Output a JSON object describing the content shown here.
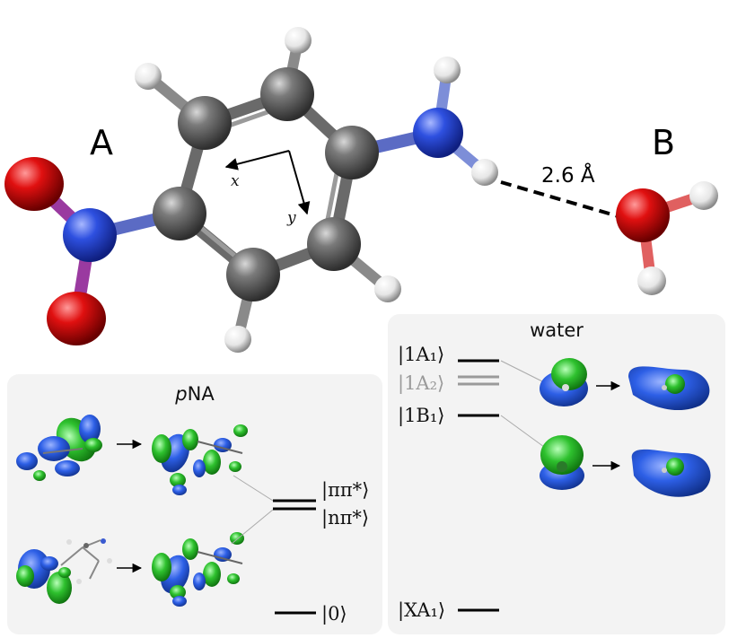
{
  "molecule": {
    "label_a": "A",
    "label_b": "B",
    "distance_label": "2.6 Å",
    "axis_x": "x",
    "axis_y": "y",
    "colors": {
      "carbon": "#5a5a5a",
      "hydrogen": "#f2f2f2",
      "nitrogen": "#2748d6",
      "oxygen": "#d81010",
      "bond": "#6e6e6e"
    }
  },
  "pna_panel": {
    "title_italic": "p",
    "title_rest": "NA",
    "levels": {
      "pipi_star": "|ππ*⟩",
      "npi_star": "|nπ*⟩",
      "ground": "|0⟩"
    }
  },
  "water_panel": {
    "title": "water",
    "levels": {
      "a1": "|1A₁⟩",
      "a2": "|1A₂⟩",
      "b1": "|1B₁⟩",
      "xa1": "|XA₁⟩"
    }
  },
  "orbital_colors": {
    "positive": "#2ec12e",
    "negative": "#2356e0"
  }
}
